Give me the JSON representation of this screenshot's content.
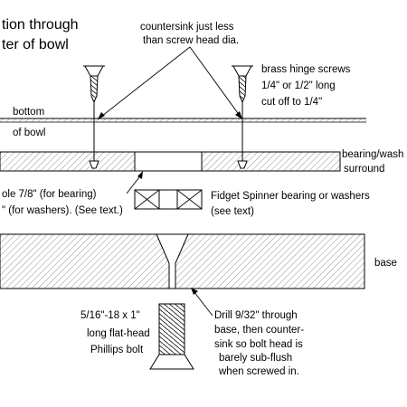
{
  "title": {
    "line1": "tion through",
    "line2": "ter of bowl"
  },
  "labels": {
    "countersink_1": "countersink just less",
    "countersink_2": "than screw head dia.",
    "screws_1": "brass hinge screws",
    "screws_2": "1/4\" or 1/2\" long",
    "screws_3": "cut off to 1/4\"",
    "bottom": "bottom",
    "of_bowl": "of bowl",
    "bearing_1": "bearing/wash",
    "bearing_2": "surround",
    "hole_1": "ole 7/8\" (for bearing)",
    "hole_2": "\" (for washers). (See text.)",
    "spinner_1": "Fidget Spinner bearing or washers",
    "spinner_2": "(see text)",
    "base": "base",
    "bolt_1": "5/16\"-18 x 1\"",
    "bolt_2": "long flat-head",
    "bolt_3": "Phillips bolt",
    "drill_1": "Drill 9/32\" through",
    "drill_2": "base, then counter-",
    "drill_3": "sink so bolt head is",
    "drill_4": "barely sub-flush",
    "drill_5": "when screwed in."
  },
  "colors": {
    "ink": "#000000",
    "hatch": "#555555",
    "background": "#ffffff"
  }
}
